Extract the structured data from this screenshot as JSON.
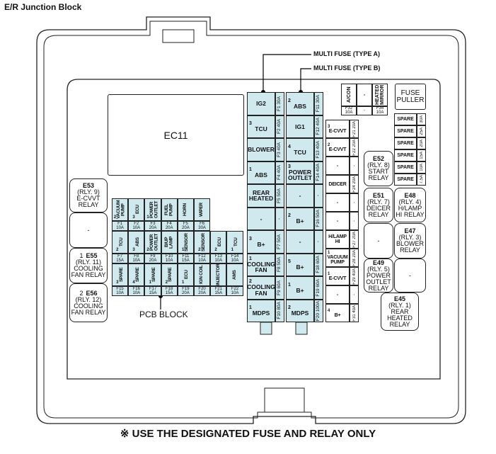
{
  "title": "E/R Junction Block",
  "footer": "※ USE THE DESIGNATED FUSE AND RELAY ONLY",
  "labels": {
    "multi_a": "MULTI FUSE (TYPE A)",
    "multi_b": "MULTI FUSE (TYPE B)",
    "pcb": "PCB BLOCK",
    "ec11": "EC11",
    "fuse_puller": "FUSE PULLER"
  },
  "multi_fuse_left": [
    {
      "n": "",
      "name": "IG2",
      "f": "F1 30A"
    },
    {
      "n": "3",
      "name": "TCU",
      "f": "F2 40A"
    },
    {
      "n": "",
      "name": "BLOWER",
      "f": "F3 40A"
    },
    {
      "n": "1",
      "name": "ABS",
      "f": "F4 40A"
    },
    {
      "n": "",
      "name": "REAR HEATED",
      "f": "F5 50A"
    },
    {
      "n": "",
      "name": "-",
      "f": "-"
    },
    {
      "n": "3",
      "name": "B+",
      "f": "F7 50A"
    },
    {
      "n": "1",
      "name": "COOLING FAN",
      "f": "F8 50A"
    },
    {
      "n": "2",
      "name": "COOLING FAN",
      "f": "F9 60A"
    },
    {
      "n": "1",
      "name": "MDPS",
      "f": "F10 80A"
    }
  ],
  "multi_fuse_right": [
    {
      "n": "2",
      "name": "ABS",
      "f": "F11 30A"
    },
    {
      "n": "",
      "name": "IG1",
      "f": "F12 40A"
    },
    {
      "n": "4",
      "name": "TCU",
      "f": "F13 40A"
    },
    {
      "n": "3",
      "name": "POWER OUTLET",
      "f": "F14 40A"
    },
    {
      "n": "",
      "name": "-",
      "f": "-"
    },
    {
      "n": "2",
      "name": "B+",
      "f": "F16 50A"
    },
    {
      "n": "",
      "name": "-",
      "f": "-"
    },
    {
      "n": "5",
      "name": "B+",
      "f": "F18 60A"
    },
    {
      "n": "1",
      "name": "B+",
      "f": "F19 60A"
    },
    {
      "n": "2",
      "name": "MDPS",
      "f": "F20 100A"
    }
  ],
  "side_fuses": [
    {
      "n": "3",
      "name": "E-CVVT",
      "f": "F21 20A"
    },
    {
      "n": "2",
      "name": "E-CVVT",
      "f": "F22 20A"
    },
    {
      "n": "",
      "name": "-",
      "f": "-"
    },
    {
      "n": "",
      "name": "DEICER",
      "f": "F24 20A"
    },
    {
      "n": "",
      "name": "-",
      "f": "-"
    },
    {
      "n": "",
      "name": "-",
      "f": "-"
    },
    {
      "n": "",
      "name": "H/LAMP HI",
      "f": "F27 20A"
    },
    {
      "n": "1",
      "name": "VACUUM PUMP",
      "f": "F28 20A"
    },
    {
      "n": "1",
      "name": "E-CVVT",
      "f": "F29 40A"
    },
    {
      "n": "",
      "name": "-",
      "f": "-"
    },
    {
      "n": "4",
      "name": "B+",
      "f": "F31 40A"
    }
  ],
  "top_fuses": [
    {
      "name": "A/CON",
      "f": "F32 10A"
    },
    {
      "name": "-",
      "f": "-"
    },
    {
      "name": "HEATED MIRROR",
      "f": "F34 10A"
    }
  ],
  "spares": [
    {
      "name": "SPARE",
      "a": "30A"
    },
    {
      "name": "SPARE",
      "a": "25A"
    },
    {
      "name": "SPARE",
      "a": "20A"
    },
    {
      "name": "SPARE",
      "a": "15A"
    },
    {
      "name": "SPARE",
      "a": "10A"
    },
    {
      "name": "SPARE",
      "a": "7.5A"
    }
  ],
  "relays_right": [
    {
      "id": "E52",
      "rly": "(RLY. 8)",
      "name": "START RELAY"
    },
    {
      "id": "E51",
      "rly": "(RLY. 7)",
      "name": "DEICER RELAY"
    },
    {
      "id": "E48",
      "rly": "(RLY. 4)",
      "name": "H/LAMP HI RELAY"
    },
    {
      "id": "",
      "rly": "",
      "name": "-"
    },
    {
      "id": "E47",
      "rly": "(RLY. 3)",
      "name": "BLOWER RELAY"
    },
    {
      "id": "E49",
      "rly": "(RLY. 5)",
      "name": "POWER OUTLET RELAY"
    },
    {
      "id": "",
      "rly": "",
      "name": "-"
    },
    {
      "id": "E45",
      "rly": "(RLY. 1)",
      "name": "REAR HEATED RELAY"
    }
  ],
  "relays_left": [
    {
      "n": "",
      "id": "E53",
      "rly": "(RLY. 9)",
      "name": "E-CVVT RELAY"
    },
    {
      "n": "",
      "id": "",
      "rly": "",
      "name": "-"
    },
    {
      "n": "1",
      "id": "E55",
      "rly": "(RLY. 11)",
      "name": "COOLING FAN RELAY"
    },
    {
      "n": "2",
      "id": "E56",
      "rly": "(RLY. 12)",
      "name": "COOLING FAN RELAY"
    }
  ],
  "pcb_rows": [
    [
      {
        "n": "2",
        "name": "VACUUM PUMP",
        "f": "F1",
        "a": "10A"
      },
      {
        "n": "3",
        "name": "ECU",
        "f": "F2",
        "a": "10A"
      },
      {
        "n": "1",
        "name": "POWER OUTLET",
        "f": "F3",
        "a": "20A"
      },
      {
        "n": "",
        "name": "FUEL PUMP",
        "f": "F4",
        "a": "20A"
      },
      {
        "n": "",
        "name": "HORN",
        "f": "F5",
        "a": "20A"
      },
      {
        "n": "",
        "name": "WIPER",
        "f": "F6",
        "a": "30A"
      }
    ],
    [
      {
        "n": "2",
        "name": "TCU",
        "f": "F7",
        "a": "15A"
      },
      {
        "n": "3",
        "name": "ABS",
        "f": "F8",
        "a": "10A"
      },
      {
        "n": "2",
        "name": "POWER OUTLET",
        "f": "F9",
        "a": "20A"
      },
      {
        "n": "",
        "name": "B/UP LAMP",
        "f": "F10",
        "a": "10A"
      },
      {
        "n": "1",
        "name": "SENSOR",
        "f": "F11",
        "a": "15A"
      },
      {
        "n": "2",
        "name": "SENSOR",
        "f": "F12",
        "a": "10A"
      },
      {
        "n": "2",
        "name": "ECU",
        "f": "F13",
        "a": "10A"
      },
      {
        "n": "1",
        "name": "TCU",
        "f": "F14",
        "a": "10A"
      }
    ],
    [
      {
        "n": "3",
        "name": "SPARE",
        "f": "F15",
        "a": "10A"
      },
      {
        "n": "4",
        "name": "SPARE",
        "f": "F16",
        "a": "10A"
      },
      {
        "n": "1",
        "name": "SPARE",
        "f": "F17",
        "a": "15A"
      },
      {
        "n": "2",
        "name": "SPARE",
        "f": "F18",
        "a": "15A"
      },
      {
        "n": "1",
        "name": "ECU",
        "f": "F19",
        "a": "20A"
      },
      {
        "n": "",
        "name": "IGN COIL",
        "f": "F20",
        "a": "20A"
      },
      {
        "n": "",
        "name": "INJECTOR",
        "f": "F21",
        "a": "15A"
      },
      {
        "n": "",
        "name": "AMS",
        "f": "F22",
        "a": "10A"
      }
    ]
  ]
}
